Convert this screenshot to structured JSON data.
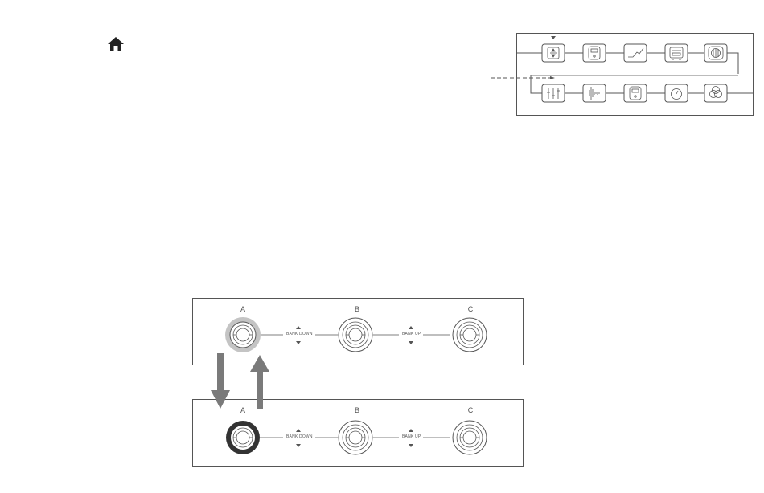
{
  "top_panel": {
    "footswitches": [
      {
        "letter": "A",
        "state": "lit"
      },
      {
        "letter": "B",
        "state": "normal"
      },
      {
        "letter": "C",
        "state": "normal"
      }
    ],
    "bank_down_label": "BANK DOWN",
    "bank_up_label": "BANK UP"
  },
  "bottom_panel": {
    "footswitches": [
      {
        "letter": "A",
        "state": "pressed"
      },
      {
        "letter": "B",
        "state": "normal"
      },
      {
        "letter": "C",
        "state": "normal"
      }
    ],
    "bank_down_label": "BANK DOWN",
    "bank_up_label": "BANK UP"
  },
  "signal_chain": {
    "row1_icons": [
      "volume-block-icon",
      "stompbox-icon",
      "eq-curve-icon",
      "amp-icon",
      "cabinet-icon"
    ],
    "row2_icons": [
      "eq-sliders-icon",
      "waveform-icon",
      "stompbox-icon",
      "clock-icon",
      "overlap-circles-icon"
    ]
  },
  "colors": {
    "line": "#555555",
    "lit_ring": "#bdbdbd",
    "pressed_ring": "#333333",
    "arrow": "#7a7a7a"
  }
}
